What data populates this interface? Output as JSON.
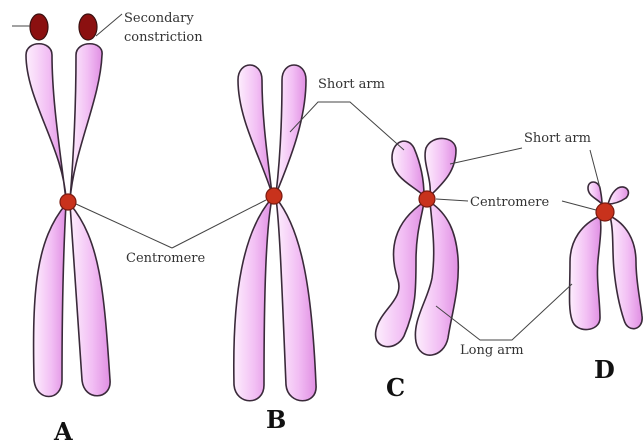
{
  "labels": {
    "secondary_constriction_line1": "Secondary",
    "secondary_constriction_line2": "constriction",
    "short_arm_b": "Short arm",
    "short_arm_cd": "Short arm",
    "centromere_ab": "Centromere",
    "centromere_cd": "Centromere",
    "long_arm": "Long arm",
    "letter_a": "A",
    "letter_b": "B",
    "letter_c": "C",
    "letter_d": "D"
  },
  "colors": {
    "chromatid_light": "#fbe3fb",
    "chromatid_dark": "#e39ae6",
    "satellite": "#8b1010",
    "centromere": "#c8321c"
  }
}
